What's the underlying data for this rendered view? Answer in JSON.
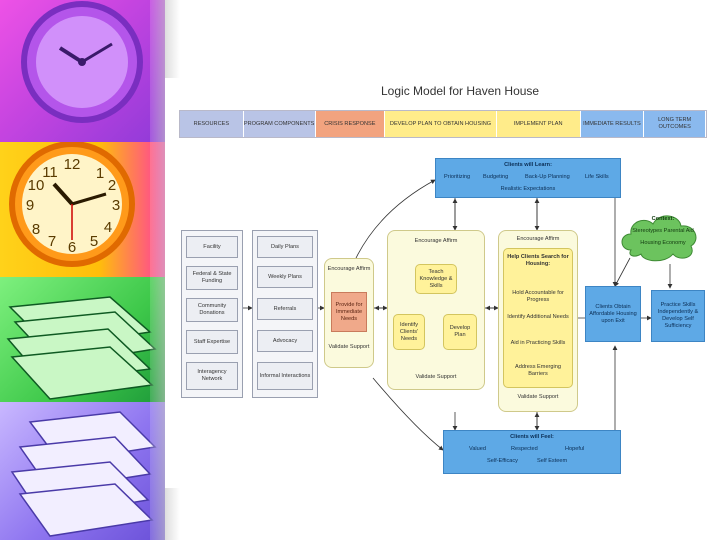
{
  "diagram": {
    "title": "Logic Model for Haven House",
    "header": [
      {
        "label": "RESOURCES",
        "color": "#b9c4e6"
      },
      {
        "label": "PROGRAM COMPONENTS",
        "color": "#b9c4e6"
      },
      {
        "label": "CRISIS RESPONSE",
        "color": "#f2a37f"
      },
      {
        "label": "DEVELOP PLAN TO OBTAIN HOUSING",
        "color": "#ffec8a"
      },
      {
        "label": "IMPLEMENT PLAN",
        "color": "#ffec8a"
      },
      {
        "label": "IMMEDIATE RESULTS",
        "color": "#8ab9ee"
      },
      {
        "label": "LONG TERM OUTCOMES",
        "color": "#8ab9ee"
      }
    ],
    "resources": [
      "Facility",
      "Federal & State Funding",
      "Community Donations",
      "Staff Expertise",
      "Interagency Network"
    ],
    "components": [
      "Daily Plans",
      "Weekly Plans",
      "Referrals",
      "Advocacy",
      "Informal Interactions"
    ],
    "crisis": {
      "top": "Encourage Affirm",
      "middle": "Provide for Immediate Needs",
      "bottom": "Validate Support"
    },
    "develop": {
      "top": "Encourage    Affirm",
      "teach": "Teach Knowledge & Skills",
      "identify": "Identify Clients' Needs",
      "plan": "Develop Plan",
      "bottom": "Validate    Support"
    },
    "implement": {
      "top": "Encourage    Affirm",
      "title": "Help Clients Search for Housing:",
      "items": [
        "Hold Accountable for Progress",
        "Identify Additional Needs",
        "Aid in Practicing Skills",
        "Address Emerging Barriers"
      ],
      "bottom": "Validate    Support"
    },
    "learn": {
      "title": "Clients will Learn:",
      "items": [
        "Prioritizing",
        "Budgeting",
        "Back-Up Planning",
        "Life Skills"
      ],
      "extra": "Realistic Expectations"
    },
    "context": {
      "title": "Context:",
      "line1": "Stereotypes   Parental Aid",
      "line2": "Housing   Economy"
    },
    "immediate": "Clients Obtain Affordable Housing upon Exit",
    "longterm": "Practice Skills Independently & Develop Self Sufficiency",
    "feel": {
      "title": "Clients will Feel:",
      "row1": [
        "Valued",
        "Respected",
        "Hopeful"
      ],
      "row2": [
        "Self-Efficacy",
        "Self Esteem"
      ]
    }
  }
}
